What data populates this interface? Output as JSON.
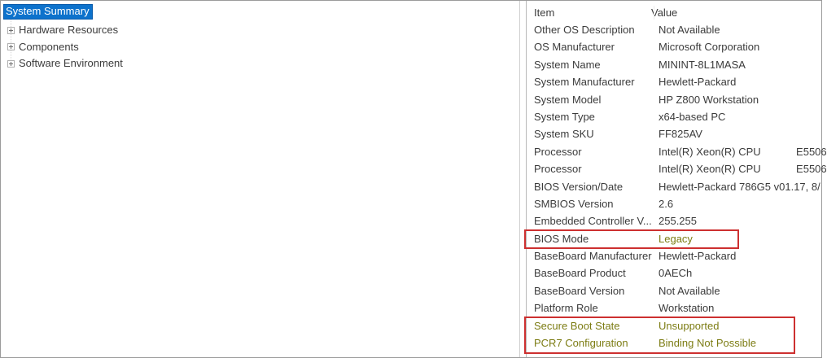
{
  "colors": {
    "highlight_red": "#cd3030",
    "selected_blue": "#0d72cc",
    "attention_text": "#7c7c13"
  },
  "tree": {
    "selected_label": "System Summary",
    "items": [
      {
        "label": "Hardware Resources"
      },
      {
        "label": "Components"
      },
      {
        "label": "Software Environment"
      }
    ]
  },
  "table": {
    "columns": [
      "Item",
      "Value"
    ],
    "rows": [
      {
        "item": "Other OS Description",
        "value": "Not Available"
      },
      {
        "item": "OS Manufacturer",
        "value": "Microsoft Corporation"
      },
      {
        "item": "System Name",
        "value": "MININT-8L1MASA"
      },
      {
        "item": "System Manufacturer",
        "value": "Hewlett-Packard"
      },
      {
        "item": "System Model",
        "value": "HP Z800 Workstation"
      },
      {
        "item": "System Type",
        "value": "x64-based PC"
      },
      {
        "item": "System SKU",
        "value": "FF825AV"
      },
      {
        "item": "Processor",
        "value": "Intel(R) Xeon(R) CPU            E5506"
      },
      {
        "item": "Processor",
        "value": "Intel(R) Xeon(R) CPU            E5506"
      },
      {
        "item": "BIOS Version/Date",
        "value": "Hewlett-Packard 786G5 v01.17, 8/"
      },
      {
        "item": "SMBIOS Version",
        "value": "2.6"
      },
      {
        "item": "Embedded Controller V...",
        "value": "255.255"
      },
      {
        "item": "BIOS Mode",
        "value": "Legacy",
        "item_highlight": false,
        "value_highlight": true
      },
      {
        "item": "BaseBoard Manufacturer",
        "value": "Hewlett-Packard"
      },
      {
        "item": "BaseBoard Product",
        "value": "0AECh"
      },
      {
        "item": "BaseBoard Version",
        "value": "Not Available"
      },
      {
        "item": "Platform Role",
        "value": "Workstation"
      },
      {
        "item": "Secure Boot State",
        "value": "Unsupported",
        "item_highlight": true,
        "value_highlight": true
      },
      {
        "item": "PCR7 Configuration",
        "value": "Binding Not Possible",
        "item_highlight": true,
        "value_highlight": true
      }
    ]
  }
}
